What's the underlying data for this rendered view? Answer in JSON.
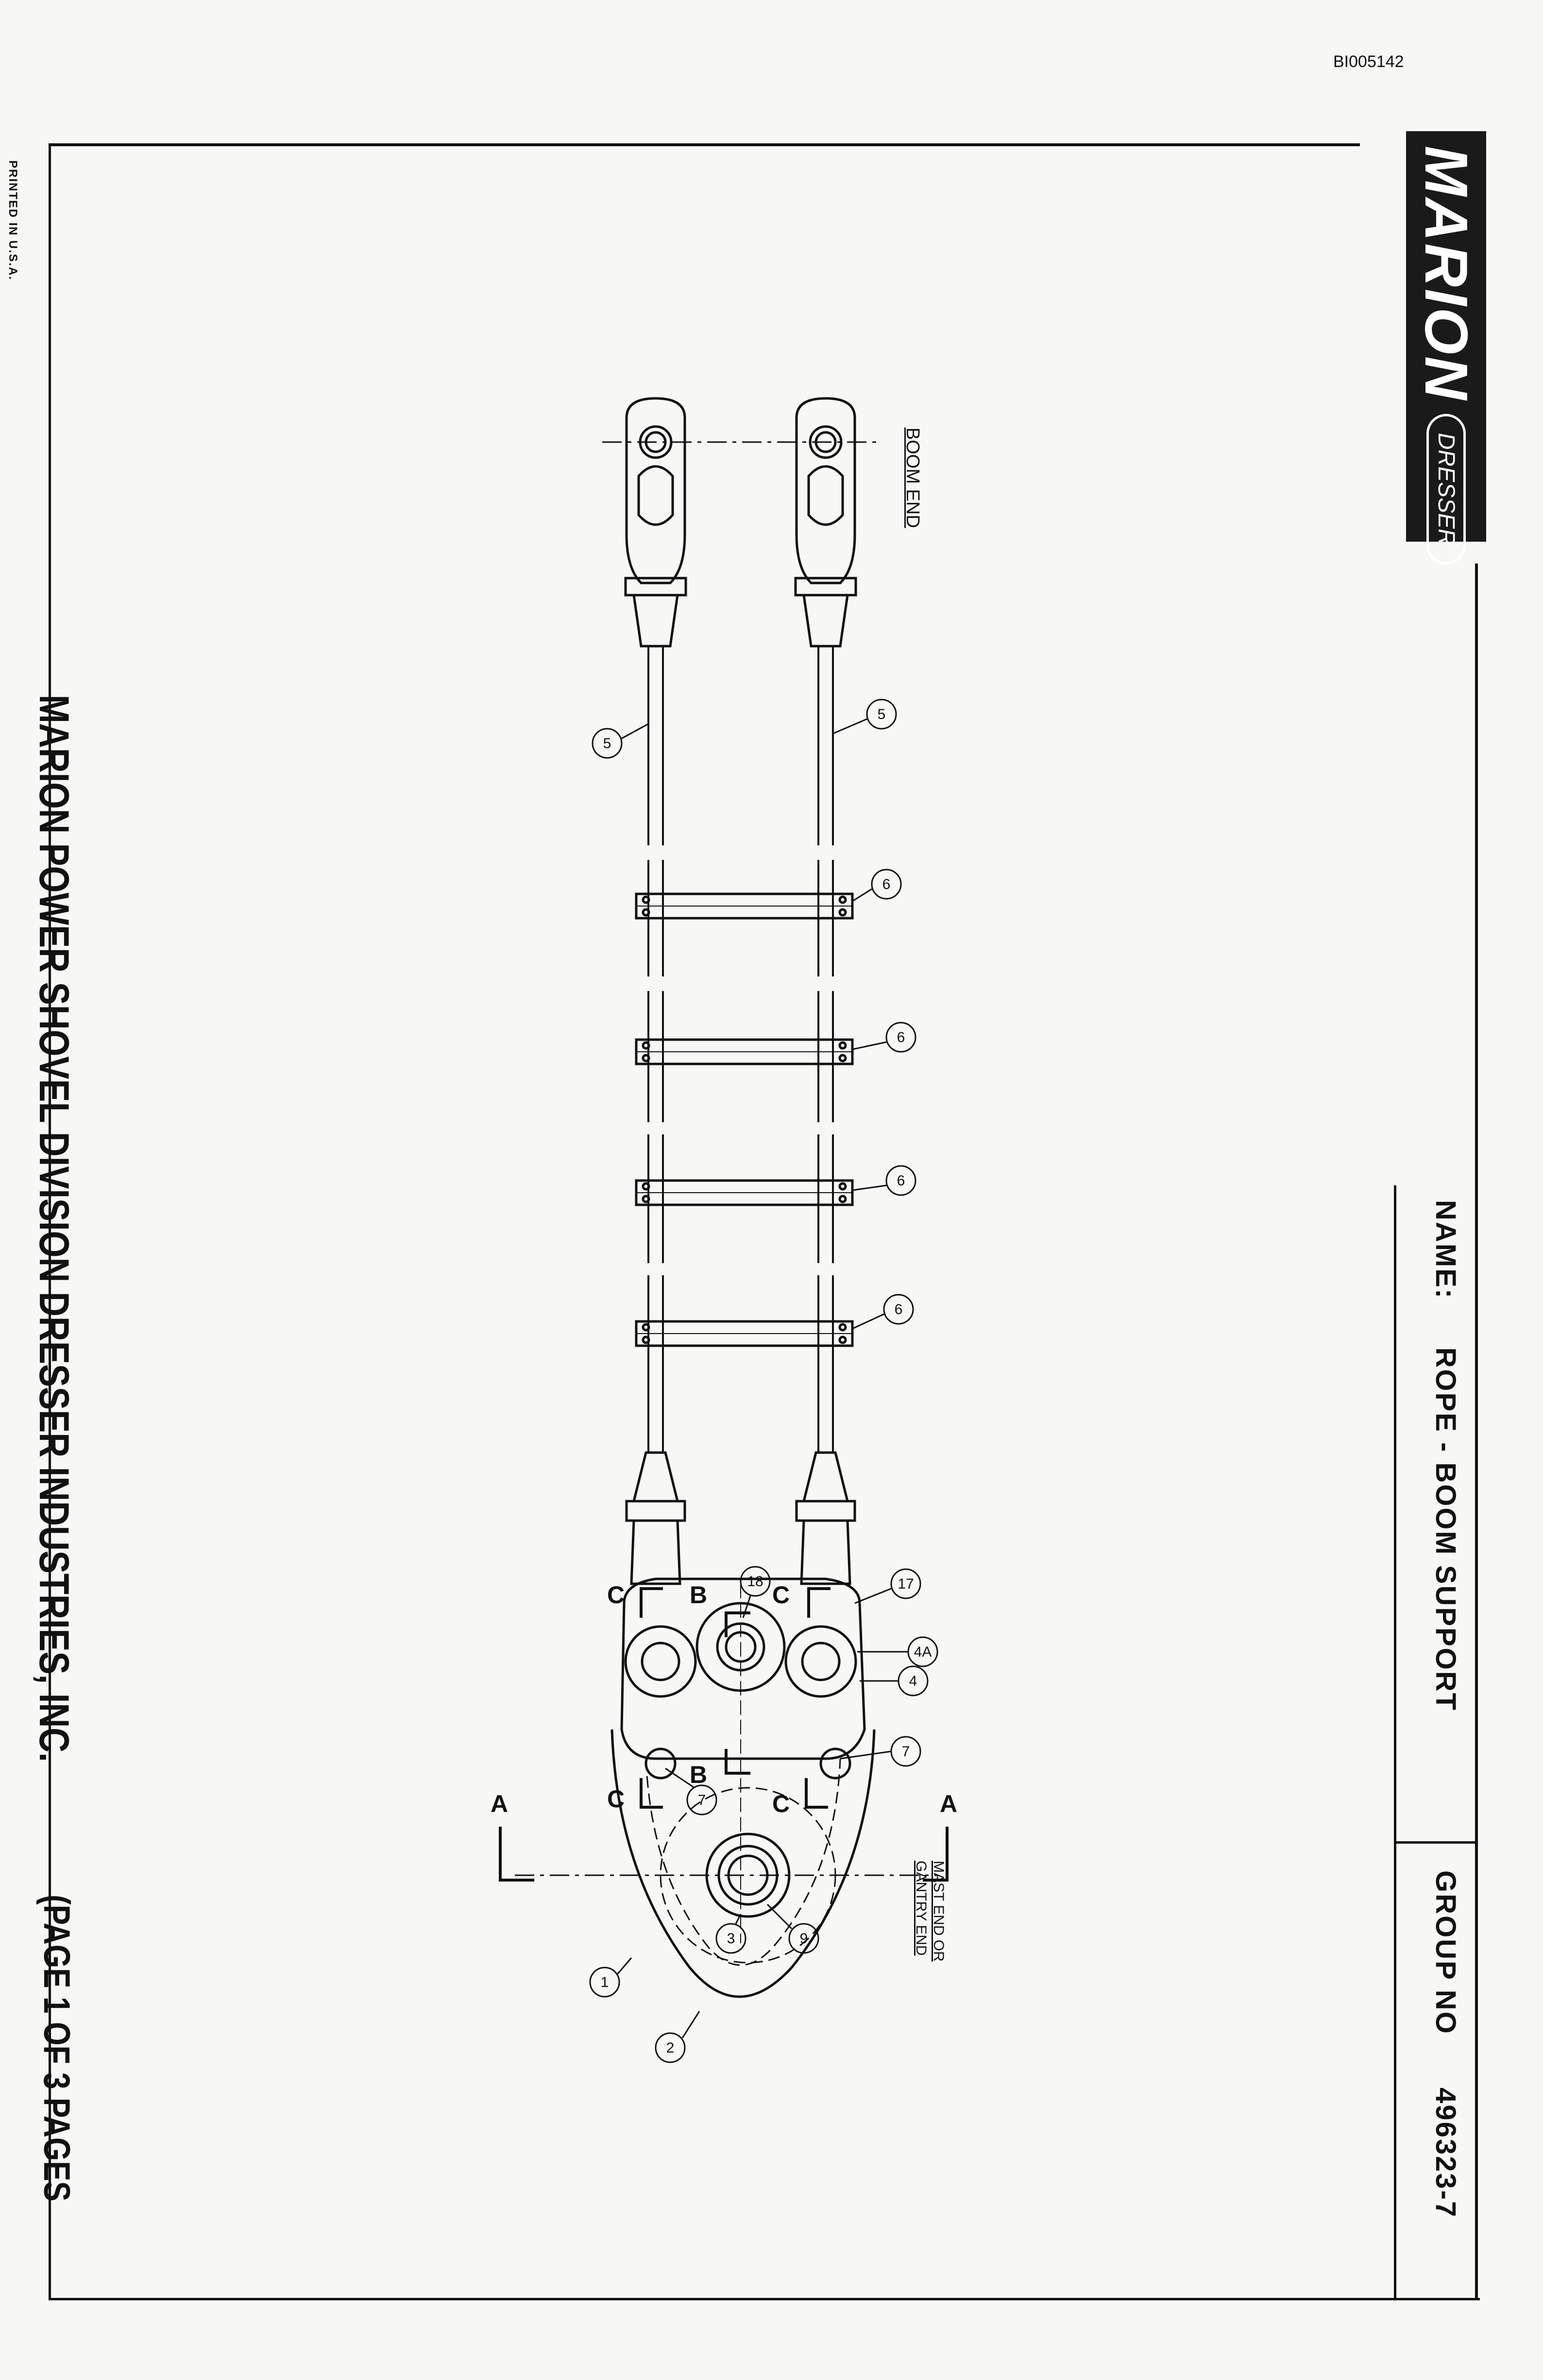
{
  "document": {
    "doc_id": "BI005142",
    "printed_note": "PRINTED IN U.S.A.",
    "brand": {
      "name": "MARION",
      "sub": "DRESSER"
    },
    "title_block": {
      "name_label": "NAME:",
      "name_value": "ROPE - BOOM SUPPORT",
      "group_label": "GROUP NO",
      "group_value": "496323-7"
    },
    "footer": "MARION POWER SHOVEL DIVISION     DRESSER INDUSTRIES, INC.",
    "page_note": "(PAGE 1 OF 3 PAGES"
  },
  "drawing": {
    "boom_end_label": "BOOM END",
    "mast_end_label": "MAST END OR\nGANTRY END",
    "callouts": [
      "5",
      "5",
      "6",
      "6",
      "6",
      "6",
      "17",
      "4A",
      "4",
      "7",
      "7",
      "18",
      "9",
      "3",
      "1",
      "2"
    ],
    "section_marks": [
      "C",
      "C",
      "C",
      "C",
      "B",
      "B",
      "A",
      "A"
    ],
    "colors": {
      "ink": "#111111",
      "paper": "#f7f7f5"
    }
  }
}
